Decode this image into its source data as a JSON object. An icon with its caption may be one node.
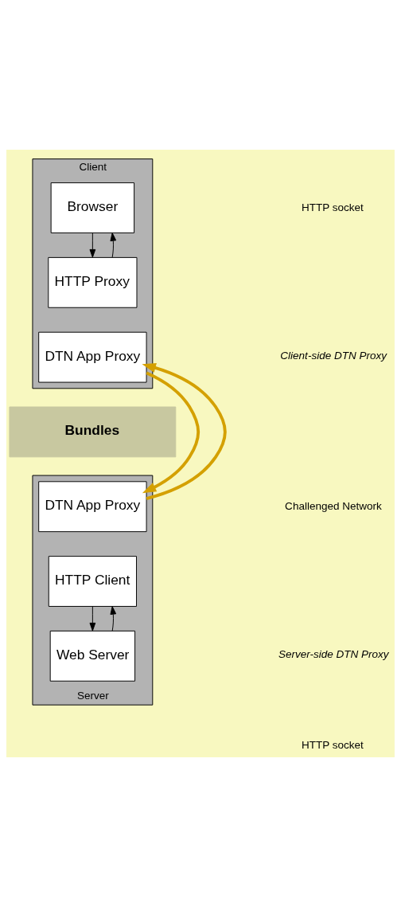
{
  "diagram": {
    "nodes": [
      {
        "text": [
          "Client"
        ]
      },
      {
        "text": [
          "Browser"
        ],
        "in": 0
      },
      {
        "text": [
          "HTTP Proxy"
        ],
        "in": 0
      },
      {
        "text": [
          "DTN App Proxy"
        ],
        "in": 0
      },
      {
        "text": [
          "Bundles"
        ]
      },
      {
        "text": [
          "Server"
        ]
      },
      {
        "text": [
          "DTN App Proxy"
        ],
        "in": 5
      },
      {
        "text": [
          "HTTP Client"
        ],
        "in": 5
      },
      {
        "text": [
          "Web Server"
        ],
        "in": 5
      }
    ],
    "edges": [
      {
        "from": 1,
        "to": 2,
        "arrow": "to"
      },
      {
        "from": 2,
        "to": 1,
        "arrow": "to"
      },
      {
        "from": 3,
        "to": 6,
        "arrow": "to",
        "style": "thick",
        "color": "#d4a000"
      },
      {
        "from": 6,
        "to": 3,
        "arrow": "to",
        "style": "thick",
        "color": "#d4a000"
      },
      {
        "from": 7,
        "to": 8,
        "arrow": "to"
      },
      {
        "from": 8,
        "to": 7,
        "arrow": "to"
      }
    ],
    "labels": [
      "HTTP socket",
      "Client-side DTN Proxy",
      "Challenged Network",
      "Server-side DTN Proxy",
      "HTTP socket"
    ]
  }
}
